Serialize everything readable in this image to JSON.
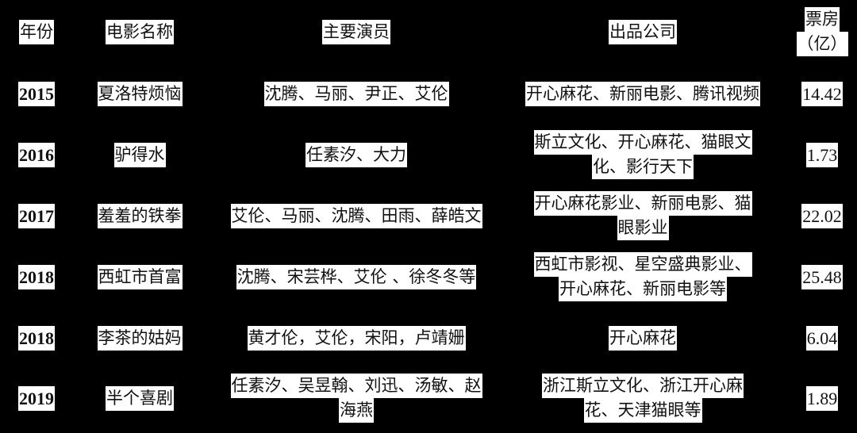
{
  "table": {
    "headers": {
      "year": "年份",
      "title": "电影名称",
      "actors": "主要演员",
      "company": "出品公司",
      "box_office_line1": "票房",
      "box_office_line2": "（亿）"
    },
    "rows": [
      {
        "year": "2015",
        "title": "夏洛特烦恼",
        "actors": [
          "沈腾、马丽、尹正、艾伦"
        ],
        "company": [
          "开心麻花、新丽电影、腾讯视频"
        ],
        "box_office": "14.42"
      },
      {
        "year": "2016",
        "title": "驴得水",
        "actors": [
          "任素汐、大力"
        ],
        "company": [
          "斯立文化、开心麻花、猫眼文",
          "化、影行天下"
        ],
        "box_office": "1.73"
      },
      {
        "year": "2017",
        "title": "羞羞的铁拳",
        "actors": [
          "艾伦、马丽、沈腾、田雨、薛皓文"
        ],
        "company": [
          "开心麻花影业、新丽电影、猫",
          "眼影业"
        ],
        "box_office": "22.02"
      },
      {
        "year": "2018",
        "title": "西虹市首富",
        "actors": [
          "沈腾、宋芸桦、艾伦 、徐冬冬等"
        ],
        "company": [
          "西虹市影视、星空盛典影业、",
          "开心麻花、新丽电影等"
        ],
        "box_office": "25.48"
      },
      {
        "year": "2018",
        "title": "李茶的姑妈",
        "actors": [
          "黄才伦，艾伦，宋阳，卢靖姗"
        ],
        "company": [
          "开心麻花"
        ],
        "box_office": "6.04"
      },
      {
        "year": "2019",
        "title": "半个喜剧",
        "actors": [
          "任素汐、吴昱翰、刘迅、汤敏、赵",
          "海燕"
        ],
        "company": [
          "浙江斯立文化、浙江开心麻",
          "花、天津猫眼等"
        ],
        "box_office": "1.89"
      }
    ]
  },
  "colors": {
    "background": "#000000",
    "text_box": "#ffffff",
    "text": "#111111"
  }
}
